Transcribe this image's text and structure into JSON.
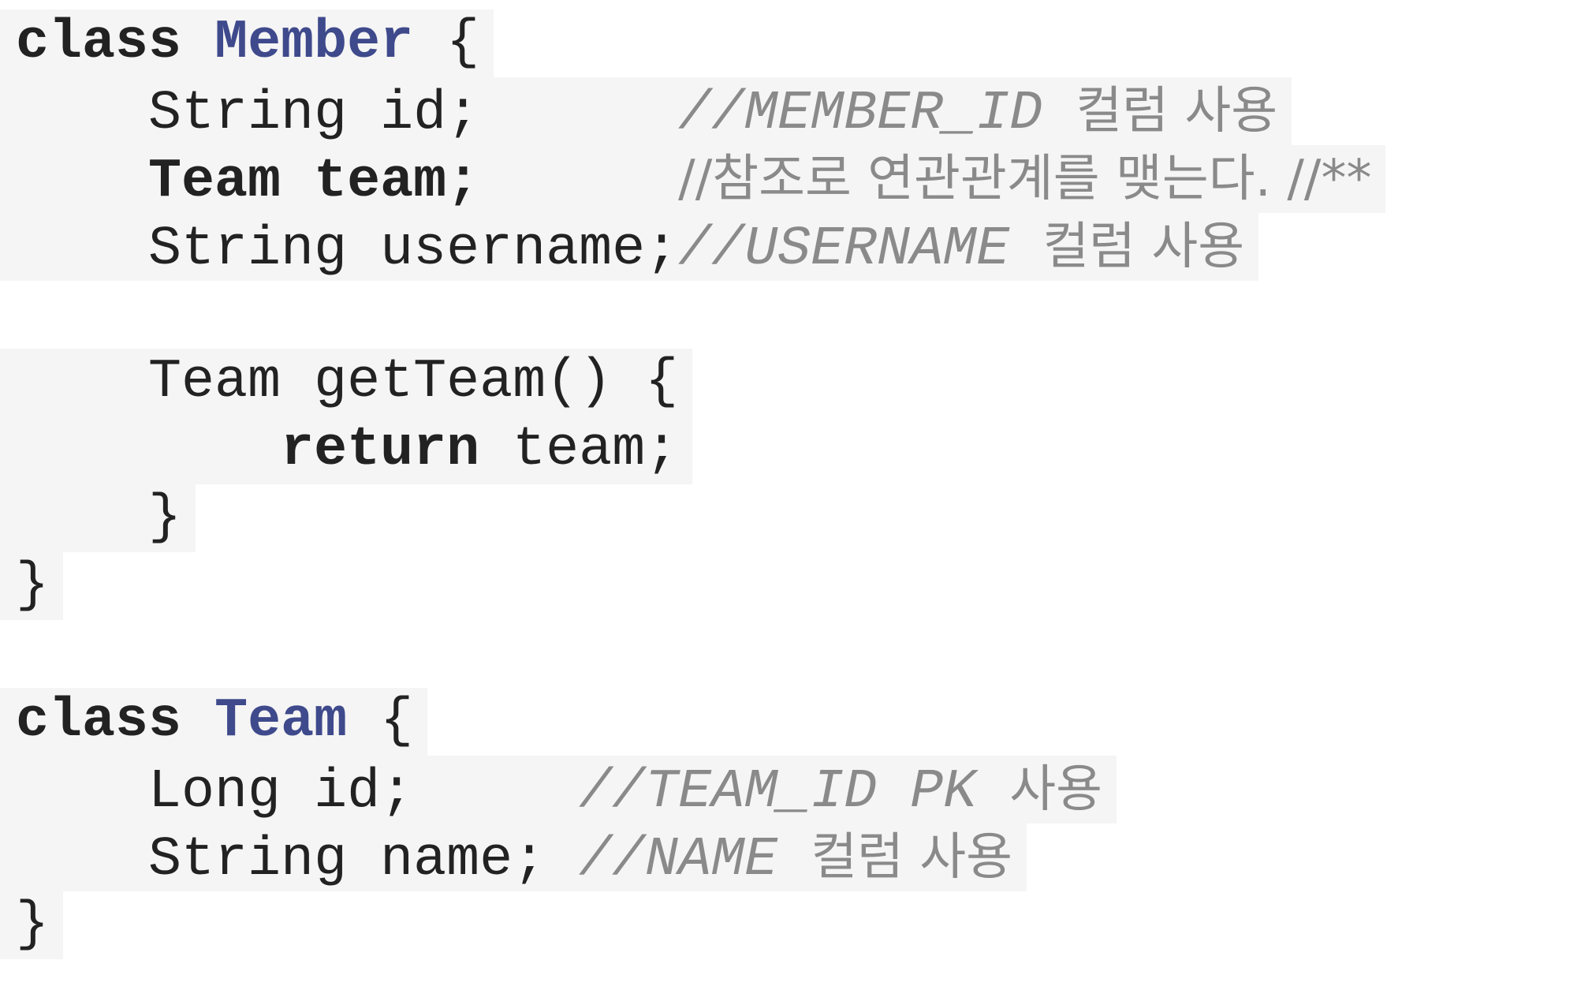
{
  "member_class": {
    "keyword": "class",
    "name": "Member",
    "open_brace": "{",
    "field_id": "String id;",
    "field_id_comment": "//MEMBER_ID",
    "field_id_comment_ko": "컬럼 사용",
    "field_team": "Team team;",
    "field_team_comment": "//참조로 연관관계를 맺는다. //**",
    "field_username": "String username;",
    "field_username_comment": "//USERNAME",
    "field_username_comment_ko": "컬럼 사용",
    "method_signature": "Team getTeam() {",
    "return_keyword": "return",
    "return_value": "team;",
    "method_close": "}",
    "close_brace": "}"
  },
  "team_class": {
    "keyword": "class",
    "name": "Team",
    "open_brace": "{",
    "field_id": "Long id;",
    "field_id_comment": "//TEAM_ID PK",
    "field_id_comment_ko": "사용",
    "field_name": "String name;",
    "field_name_comment": "//NAME",
    "field_name_comment_ko": "컬럼 사용",
    "close_brace": "}"
  }
}
